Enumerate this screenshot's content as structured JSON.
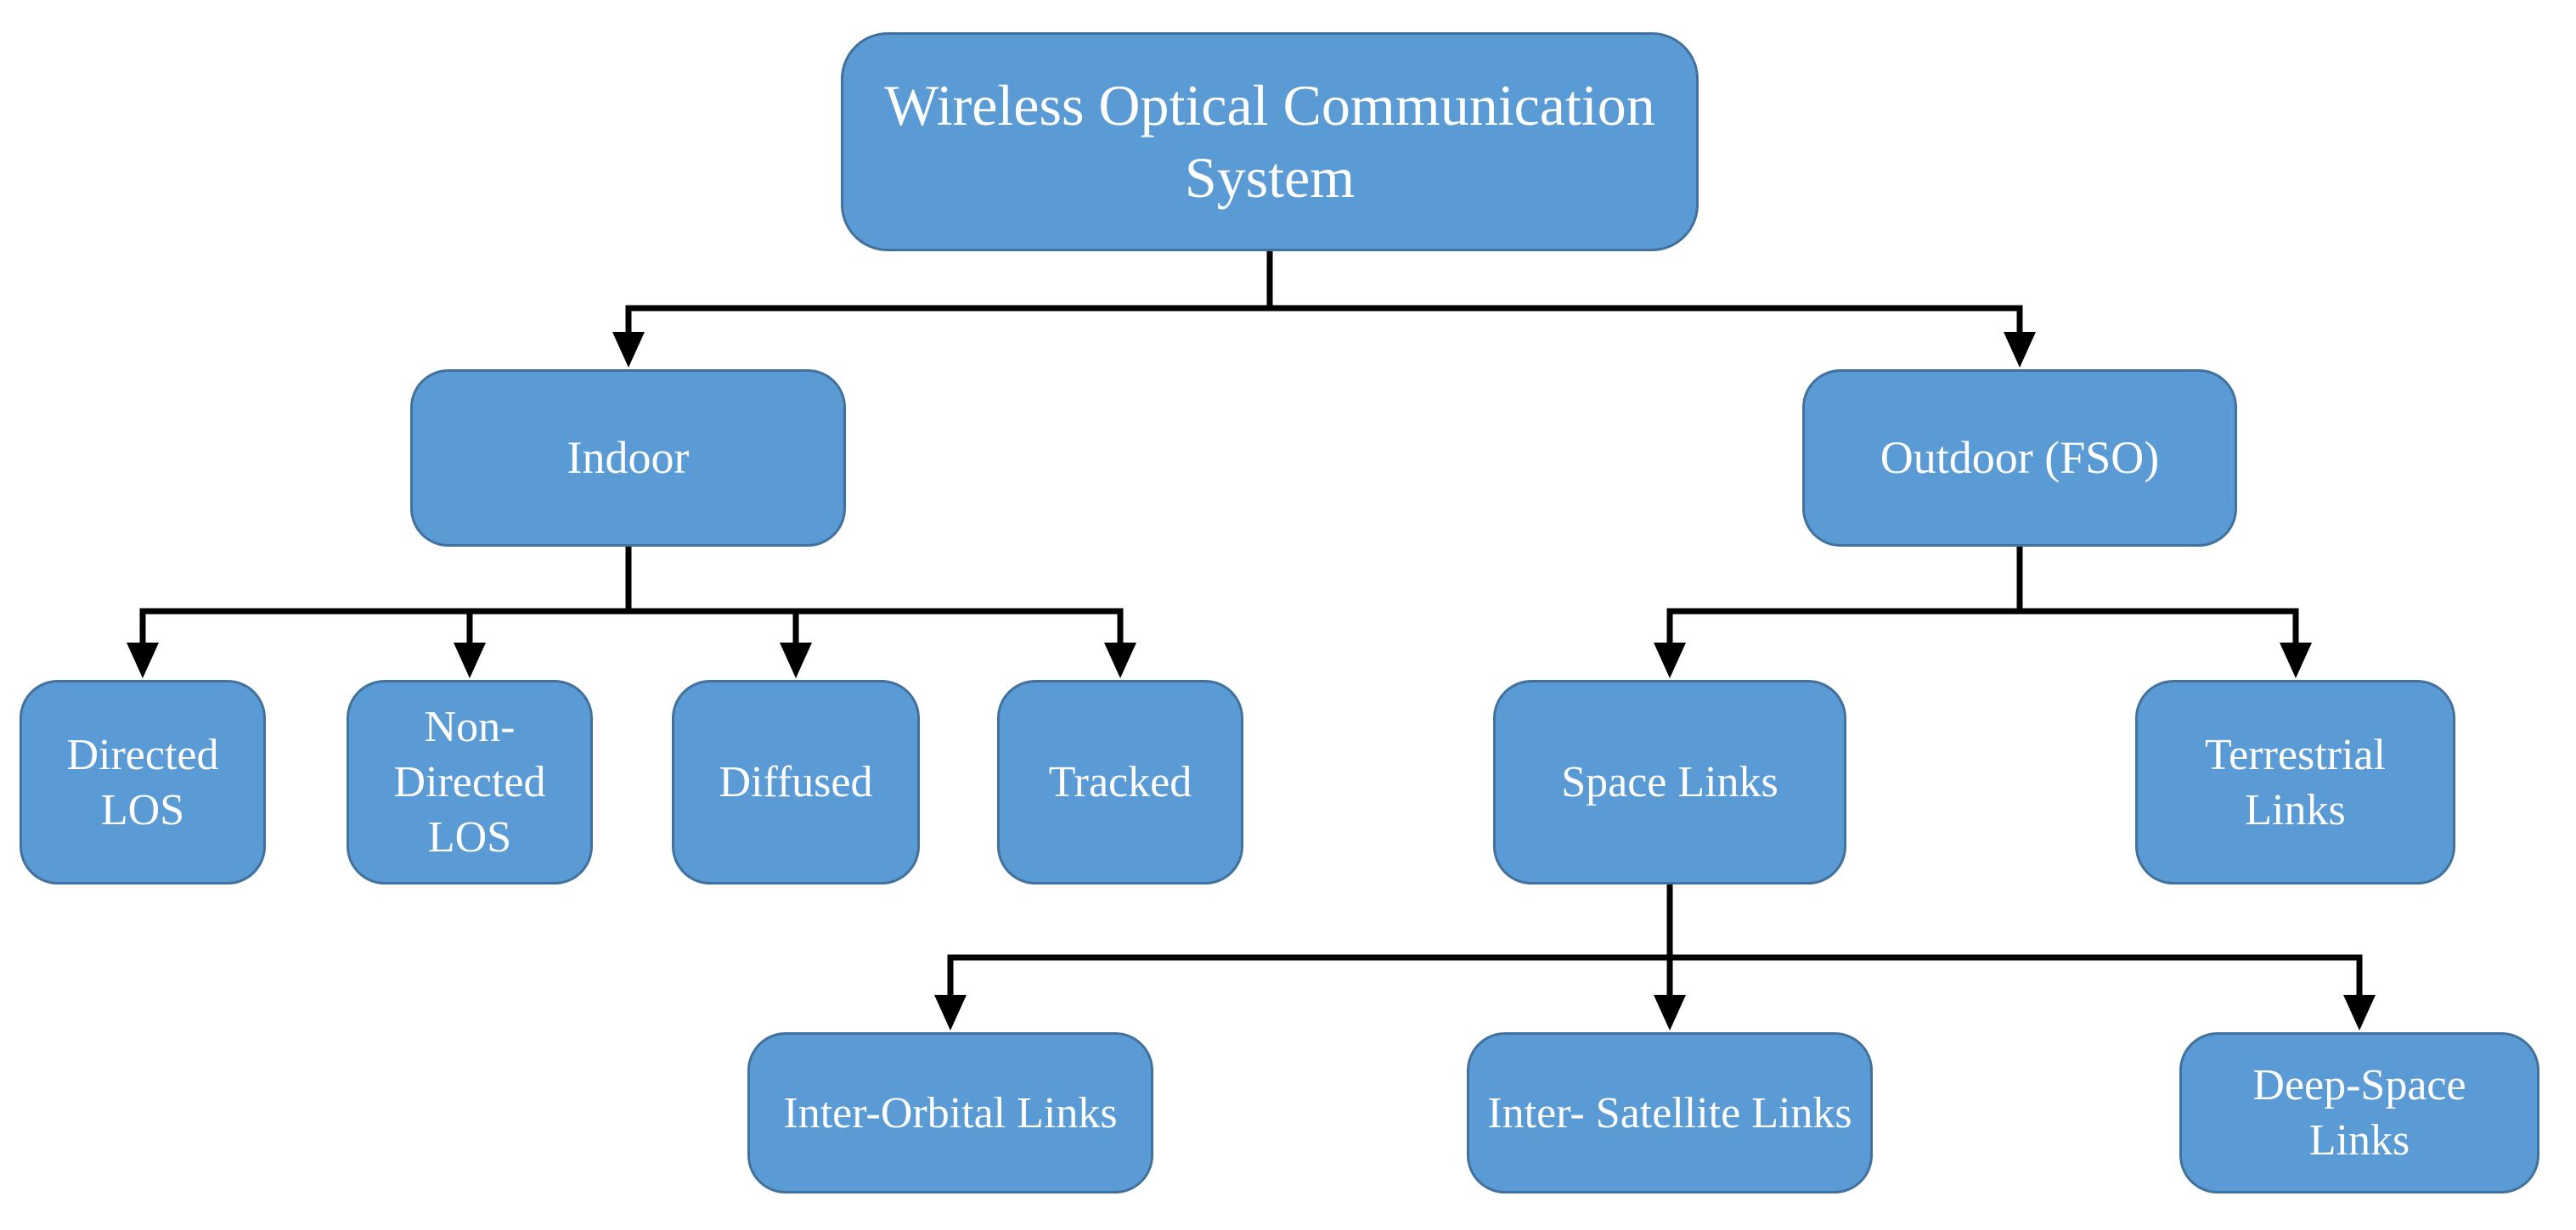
{
  "diagram": {
    "type": "flowchart-tree",
    "title": "Wireless Optical Communication System",
    "colors": {
      "node_fill": "#5b9bd5",
      "node_border": "#41719c",
      "node_text": "#ffffff",
      "connector": "#000000",
      "background": "#ffffff"
    },
    "nodes": {
      "root": {
        "label": "Wireless Optical Communication System"
      },
      "indoor": {
        "label": "Indoor"
      },
      "outdoor_fso": {
        "label": "Outdoor (FSO)"
      },
      "directed_los": {
        "label": "Directed LOS"
      },
      "non_directed_los": {
        "label": "Non-Directed LOS"
      },
      "diffused": {
        "label": "Diffused"
      },
      "tracked": {
        "label": "Tracked"
      },
      "space_links": {
        "label": "Space Links"
      },
      "terrestrial_links": {
        "label": "Terrestrial Links"
      },
      "inter_orbital_links": {
        "label": "Inter-Orbital Links"
      },
      "inter_satellite_links": {
        "label": "Inter- Satellite Links"
      },
      "deep_space_links": {
        "label": "Deep-Space Links"
      }
    },
    "hierarchy": [
      {
        "parent": "Wireless Optical Communication System",
        "children": [
          "Indoor",
          "Outdoor (FSO)"
        ]
      },
      {
        "parent": "Indoor",
        "children": [
          "Directed LOS",
          "Non-Directed LOS",
          "Diffused",
          "Tracked"
        ]
      },
      {
        "parent": "Outdoor (FSO)",
        "children": [
          "Space Links",
          "Terrestrial Links"
        ]
      },
      {
        "parent": "Space Links",
        "children": [
          "Inter-Orbital Links",
          "Inter- Satellite Links",
          "Deep-Space Links"
        ]
      }
    ]
  }
}
